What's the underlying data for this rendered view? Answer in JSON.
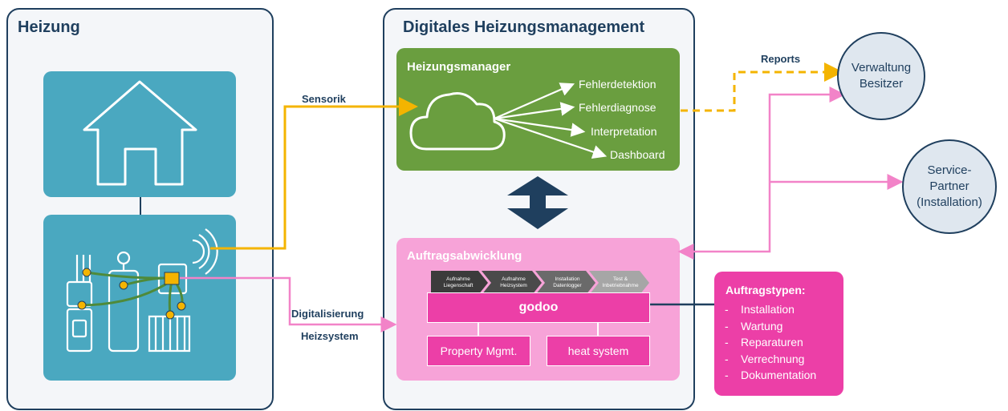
{
  "panels": {
    "heating_title": "Heizung",
    "digital_title": "Digitales Heizungsmanagement"
  },
  "manager": {
    "title": "Heizungsmanager",
    "outputs": [
      "Fehlerdetektion",
      "Fehlerdiagnose",
      "Interpretation",
      "Dashboard"
    ]
  },
  "processing": {
    "title": "Auftragsabwicklung",
    "steps": [
      "Aufnahme Liegenschaft",
      "Aufnahme Heizsystem",
      "Installation Datenlogger",
      "Test & Inbetriebnahme"
    ],
    "platform": "godoo",
    "modules": [
      "Property Mgmt.",
      "heat system"
    ]
  },
  "order_types": {
    "title": "Auftragstypen:",
    "items": [
      "Installation",
      "Wartung",
      "Reparaturen",
      "Verrechnung",
      "Dokumentation"
    ]
  },
  "connectors": {
    "sensorik": "Sensorik",
    "digitalisierung": "Digitalisierung",
    "heizsystem": "Heizsystem",
    "reports": "Reports"
  },
  "stakeholders": {
    "owner_line1": "Verwaltung",
    "owner_line2": "Besitzer",
    "service_line1": "Service-",
    "service_line2": "Partner",
    "service_line3": "(Installation)"
  },
  "colors": {
    "navy": "#1f3f5e",
    "teal": "#4aa8c0",
    "green": "#6a9e3f",
    "pink": "#f7a3d8",
    "magenta": "#ec3fa7",
    "yellow": "#f4b400",
    "link_pink": "#f283c8"
  }
}
